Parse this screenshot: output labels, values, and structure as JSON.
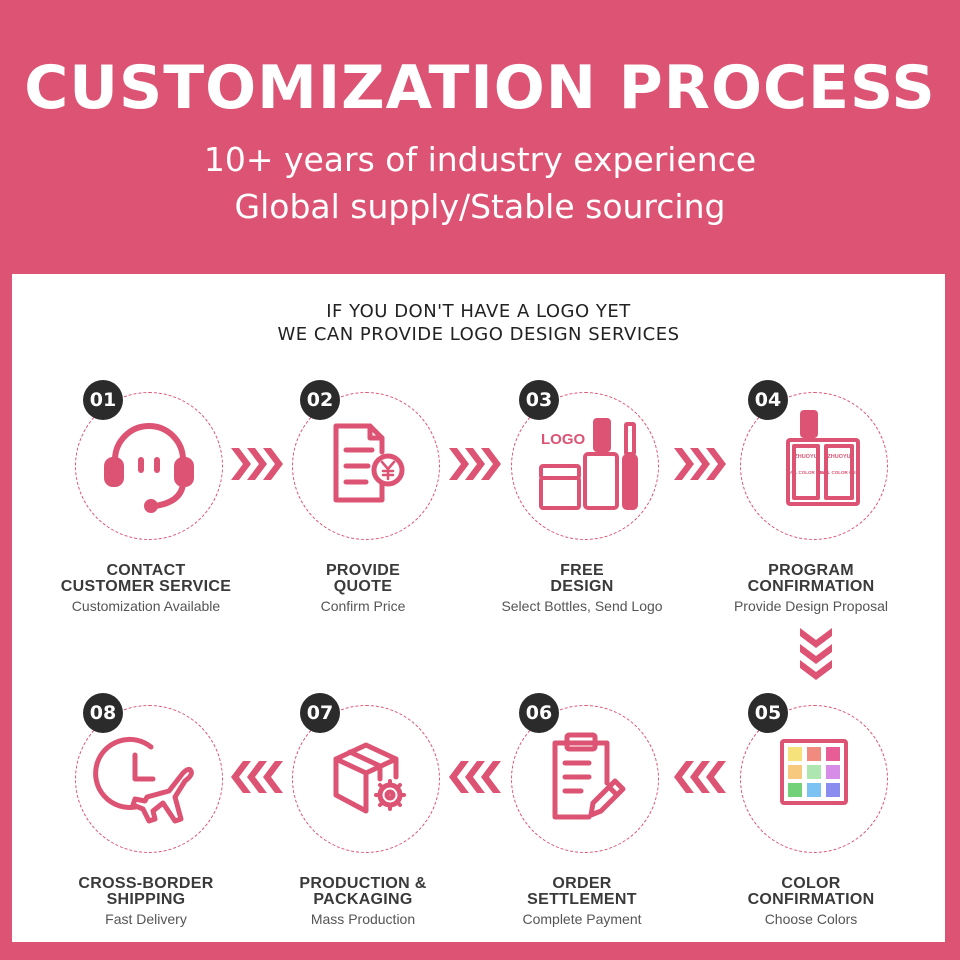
{
  "header": {
    "title": "CUSTOMIZATION PROCESS",
    "subtitle_line1": "10+ years of industry experience",
    "subtitle_line2": "Global supply/Stable sourcing"
  },
  "notice": {
    "line1": "IF YOU DON'T HAVE A LOGO YET",
    "line2": "WE CAN PROVIDE LOGO DESIGN SERVICES"
  },
  "colors": {
    "brand_pink": "#dc5373",
    "badge_dark": "#2b2b2b",
    "panel_white": "#ffffff"
  },
  "steps": [
    {
      "number": "01",
      "title1": "CONTACT",
      "title2": "CUSTOMER SERVICE",
      "desc": "Customization Available",
      "icon": "headset-icon"
    },
    {
      "number": "02",
      "title1": "PROVIDE",
      "title2": "QUOTE",
      "desc": "Confirm Price",
      "icon": "quote-document-icon"
    },
    {
      "number": "03",
      "title1": "FREE",
      "title2": "DESIGN",
      "desc": "Select Bottles, Send Logo",
      "icon": "logo-bottles-icon",
      "icon_text": "LOGO"
    },
    {
      "number": "04",
      "title1": "PROGRAM",
      "title2": "CONFIRMATION",
      "desc": "Provide Design Proposal",
      "icon": "nail-gel-box-icon",
      "icon_brand": "ZHUOYU",
      "icon_label": "NAIL COLOR GEL"
    },
    {
      "number": "05",
      "title1": "COLOR",
      "title2": "CONFIRMATION",
      "desc": "Choose Colors",
      "icon": "color-palette-icon"
    },
    {
      "number": "06",
      "title1": "ORDER",
      "title2": "SETTLEMENT",
      "desc": "Complete Payment",
      "icon": "clipboard-pen-icon"
    },
    {
      "number": "07",
      "title1": "PRODUCTION &",
      "title2": "PACKAGING",
      "desc": "Mass Production",
      "icon": "box-gear-icon"
    },
    {
      "number": "08",
      "title1": "CROSS-BORDER",
      "title2": "SHIPPING",
      "desc": "Fast Delivery",
      "icon": "clock-plane-icon"
    }
  ]
}
